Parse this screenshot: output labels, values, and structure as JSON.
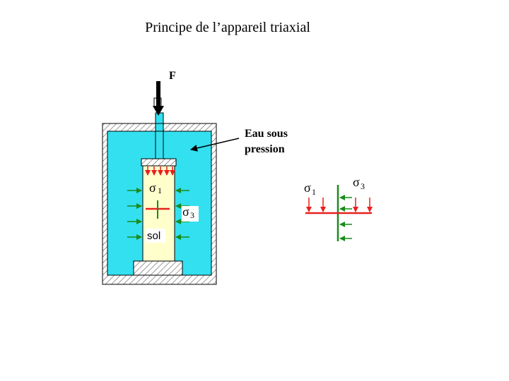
{
  "title": "Principe de l’appareil triaxial",
  "labels": {
    "force": "F",
    "water_line1": "Eau sous",
    "water_line2": "pression",
    "sigma1": "σ",
    "sigma1_sub": "1",
    "sigma3": "σ",
    "sigma3_sub": "3",
    "soil": "sol",
    "detail_sigma1": "σ",
    "detail_sigma1_sub": "1",
    "detail_sigma3": "σ",
    "detail_sigma3_sub": "3"
  },
  "colors": {
    "water": "#33e0f0",
    "sample": "#ffffcc",
    "vertical_stress": "#e8201c",
    "lateral_stress": "#1a8a1a",
    "frame": "#000000"
  }
}
